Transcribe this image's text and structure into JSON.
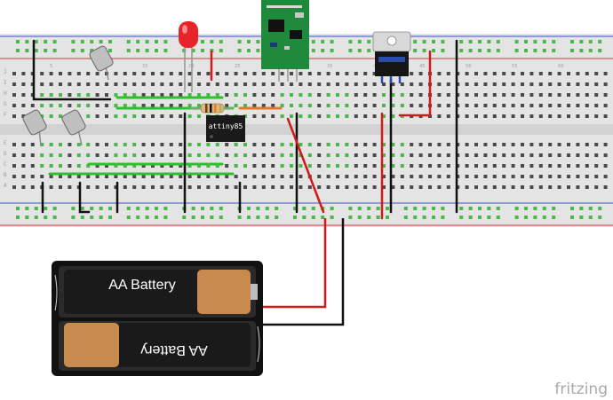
{
  "ic": {
    "label": "attiny85"
  },
  "battery": {
    "top_label": "AA Battery",
    "bottom_label": "AA Battery"
  },
  "brand": {
    "label": "fritzing"
  },
  "breadboard": {
    "column_numbers": [
      "5",
      "10",
      "15",
      "20",
      "25",
      "30",
      "35",
      "40",
      "45",
      "50",
      "55",
      "60"
    ],
    "row_letters_top": [
      "J",
      "I",
      "H",
      "G",
      "F"
    ],
    "row_letters_bottom": [
      "E",
      "D",
      "C",
      "B",
      "A"
    ]
  },
  "colors": {
    "board": "#e6e6e6",
    "rail_red": "#d43b3b",
    "rail_blue": "#3a4fbf",
    "jumper_green": "#2fbf2f",
    "wire_red": "#d11a1a",
    "wire_black": "#111111",
    "led": "#e8242a",
    "pcb": "#1f8a3c",
    "battery_body": "#1a1a1a",
    "battery_copper": "#c98a4e"
  }
}
